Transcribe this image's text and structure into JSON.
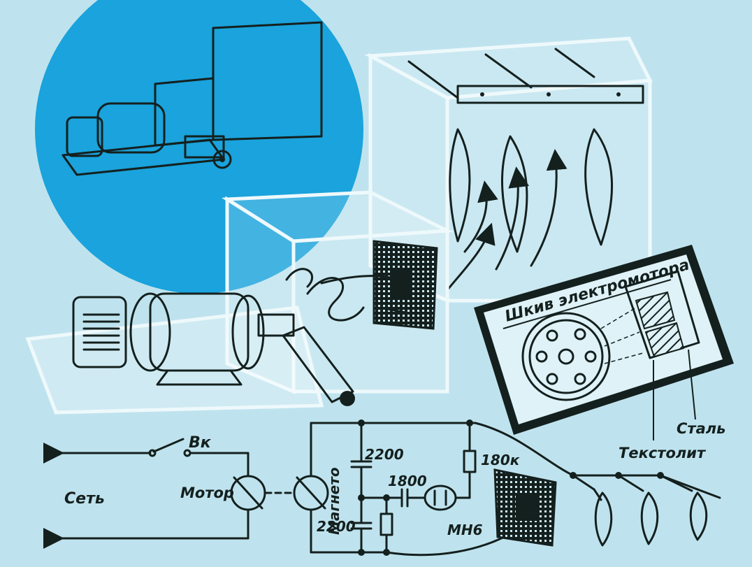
{
  "colors": {
    "background": "#bfe3ee",
    "blue_disc": "#1aa3dc",
    "ink": "#14201e",
    "glass": "#eef9fc"
  },
  "inset": {
    "title": "Шкив электромотора",
    "steel_label": "Сталь",
    "textolite_label": "Текстолит"
  },
  "schematic": {
    "mains_label": "Сеть",
    "switch_label": "Вк",
    "motor_label": "Мотор",
    "magneto_label": "Магнето",
    "cap_top_label": "2200",
    "cap_bottom_label": "2200",
    "cap_mid_label": "1800",
    "resistor_label": "180к",
    "lamp_label": "МН6"
  }
}
